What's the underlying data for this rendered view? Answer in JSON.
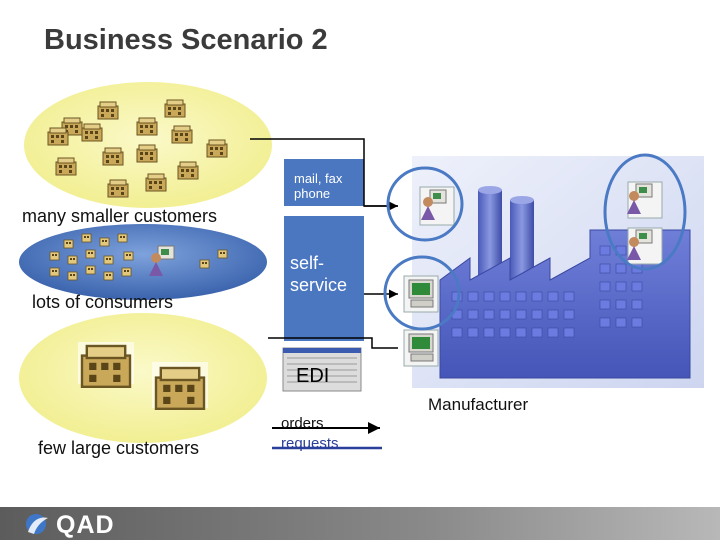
{
  "title": "Business Scenario 2",
  "segments": {
    "small_customers": "many smaller customers",
    "consumers": "lots of consumers",
    "large_customers": "few large customers"
  },
  "channels": {
    "mail": "mail, fax phone",
    "self_service": "self-service",
    "edi": "EDI"
  },
  "manufacturer": "Manufacturer",
  "legend": {
    "orders": "orders",
    "requests": "requests"
  },
  "footer": {
    "brand": "QAD"
  },
  "colors": {
    "ellipse_yellow": "#f1ee8e",
    "ellipse_blue": "#4d78c0",
    "channel_box": "#4a77c0",
    "factory": "#5b6bc9",
    "ring": "#4b7ac4"
  }
}
